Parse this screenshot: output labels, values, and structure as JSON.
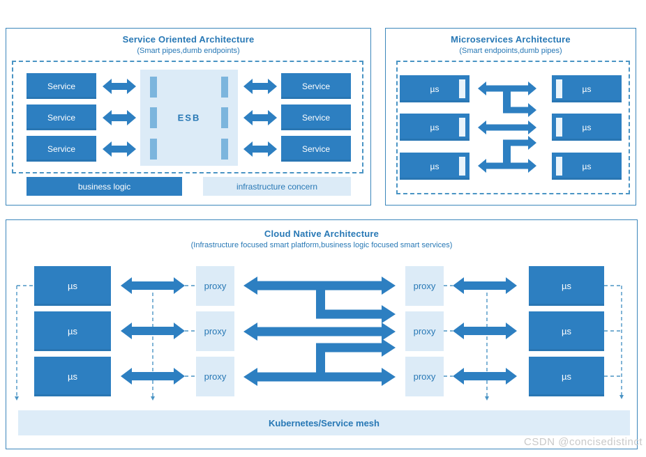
{
  "colors": {
    "accent_dark": "#2d7fc1",
    "accent_light": "#dcebf7",
    "title_blue": "#2878b5",
    "dash_blue": "#4a94c4",
    "esb_bar": "#7cb5dd"
  },
  "watermark": "CSDN @concisedistinct",
  "soa": {
    "title": "Service Oriented Architecture",
    "subtitle": "(Smart pipes,dumb endpoints)",
    "service_label": "Service",
    "esb_label": "ESB",
    "legend": {
      "business": "business logic",
      "infrastructure": "infrastructure concern"
    }
  },
  "micro": {
    "title": "Microservices Architecture",
    "subtitle": "(Smart endpoints,dumb pipes)",
    "us_label": "µs"
  },
  "cloud": {
    "title": "Cloud Native Architecture",
    "subtitle": "(Infrastructure focused smart platform,business logic focused smart services)",
    "us_label": "µs",
    "proxy_label": "proxy",
    "platform_label": "Kubernetes/Service mesh"
  }
}
